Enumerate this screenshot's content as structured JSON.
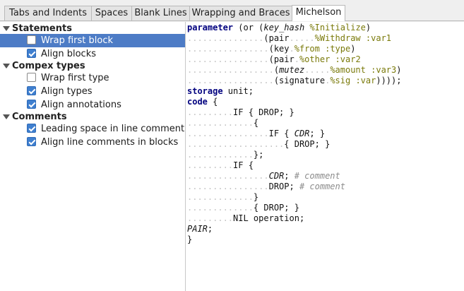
{
  "tabs": [
    {
      "label": "Tabs and Indents",
      "active": false
    },
    {
      "label": "Spaces",
      "active": false
    },
    {
      "label": "Blank Lines",
      "active": false
    },
    {
      "label": "Wrapping and Braces",
      "active": false
    },
    {
      "label": "Michelson",
      "active": true
    }
  ],
  "tree": {
    "groups": [
      {
        "label": "Statements",
        "options": [
          {
            "label": "Wrap first block",
            "checked": false,
            "selected": true
          },
          {
            "label": "Align blocks",
            "checked": true,
            "selected": false
          }
        ]
      },
      {
        "label": "Compex types",
        "options": [
          {
            "label": "Wrap first type",
            "checked": false,
            "selected": false
          },
          {
            "label": "Align types",
            "checked": true,
            "selected": false
          },
          {
            "label": "Align annotations",
            "checked": true,
            "selected": false
          }
        ]
      },
      {
        "label": "Comments",
        "options": [
          {
            "label": "Leading space in line comment",
            "checked": true,
            "selected": false
          },
          {
            "label": "Align line comments in blocks",
            "checked": true,
            "selected": false
          }
        ]
      }
    ]
  },
  "code_preview": {
    "lines": [
      [
        [
          "kw",
          "parameter"
        ],
        [
          "t",
          " (or ("
        ],
        [
          "it",
          "key_hash"
        ],
        [
          "t",
          " "
        ],
        [
          "ann",
          "%Initialize"
        ],
        [
          "t",
          ")"
        ]
      ],
      [
        [
          "d",
          "..............."
        ],
        [
          "t",
          "(pair"
        ],
        [
          "d",
          "....."
        ],
        [
          "ann",
          "%Withdraw"
        ],
        [
          "t",
          " "
        ],
        [
          "ann",
          ":var1"
        ]
      ],
      [
        [
          "d",
          "................"
        ],
        [
          "t",
          "(key"
        ],
        [
          "d",
          "."
        ],
        [
          "ann",
          "%from"
        ],
        [
          "t",
          " "
        ],
        [
          "ann",
          ":type"
        ],
        [
          "t",
          ")"
        ]
      ],
      [
        [
          "d",
          "................"
        ],
        [
          "t",
          "(pair"
        ],
        [
          "d",
          "."
        ],
        [
          "ann",
          "%other"
        ],
        [
          "t",
          " "
        ],
        [
          "ann",
          ":var2"
        ]
      ],
      [
        [
          "d",
          "................."
        ],
        [
          "t",
          "("
        ],
        [
          "it",
          "mutez"
        ],
        [
          "d",
          "....."
        ],
        [
          "ann",
          "%amount"
        ],
        [
          "t",
          " "
        ],
        [
          "ann",
          ":var3"
        ],
        [
          "t",
          ")"
        ]
      ],
      [
        [
          "d",
          "................."
        ],
        [
          "t",
          "(signature"
        ],
        [
          "d",
          "."
        ],
        [
          "ann",
          "%sig"
        ],
        [
          "t",
          " "
        ],
        [
          "ann",
          ":var"
        ],
        [
          "t",
          "))));"
        ]
      ],
      [
        [
          "kw",
          "storage"
        ],
        [
          "t",
          " unit;"
        ]
      ],
      [
        [
          "kw",
          "code"
        ],
        [
          "t",
          " {"
        ]
      ],
      [
        [
          "d",
          "........."
        ],
        [
          "t",
          "IF { DROP; }"
        ]
      ],
      [
        [
          "d",
          "............."
        ],
        [
          "t",
          "{"
        ]
      ],
      [
        [
          "d",
          "................"
        ],
        [
          "t",
          "IF { "
        ],
        [
          "it",
          "CDR"
        ],
        [
          "t",
          "; }"
        ]
      ],
      [
        [
          "d",
          "..................."
        ],
        [
          "t",
          "{ DROP; }"
        ]
      ],
      [
        [
          "d",
          "............."
        ],
        [
          "t",
          "};"
        ]
      ],
      [
        [
          "d",
          "........."
        ],
        [
          "t",
          "IF {"
        ]
      ],
      [
        [
          "d",
          "................"
        ],
        [
          "it",
          "CDR"
        ],
        [
          "t",
          "; "
        ],
        [
          "cm",
          "# comment"
        ]
      ],
      [
        [
          "d",
          "................"
        ],
        [
          "t",
          "DROP; "
        ],
        [
          "cm",
          "# comment"
        ]
      ],
      [
        [
          "d",
          "............."
        ],
        [
          "t",
          "}"
        ]
      ],
      [
        [
          "d",
          "............."
        ],
        [
          "t",
          "{ DROP; }"
        ]
      ],
      [
        [
          "d",
          "........."
        ],
        [
          "t",
          "NIL operation;"
        ]
      ],
      [
        [
          "it",
          "PAIR"
        ],
        [
          "t",
          ";"
        ]
      ],
      [
        [
          "t",
          "}"
        ]
      ]
    ]
  }
}
